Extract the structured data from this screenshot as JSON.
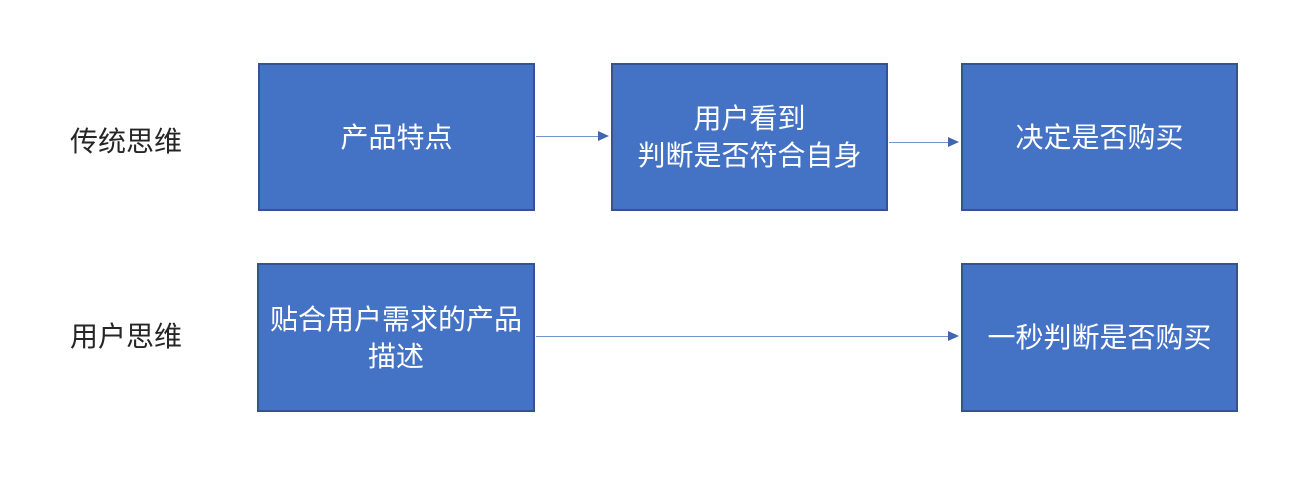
{
  "theme": {
    "background": "#ffffff",
    "box_fill": "#4472C4",
    "box_border": "#35548F",
    "box_text": "#ffffff",
    "label_color": "#262626",
    "arrow_line": "#7394CB",
    "arrow_head": "#4066AE"
  },
  "diagram": {
    "rows": [
      {
        "label": "传统思维",
        "boxes": [
          {
            "lines": [
              "产品特点"
            ]
          },
          {
            "lines": [
              "用户看到",
              "判断是否符合自身"
            ]
          },
          {
            "lines": [
              "决定是否购买"
            ]
          }
        ]
      },
      {
        "label": "用户思维",
        "boxes": [
          {
            "lines": [
              "贴合用户需求的产品",
              "描述"
            ]
          },
          {
            "lines": [
              "一秒判断是否购买"
            ]
          }
        ]
      }
    ]
  }
}
